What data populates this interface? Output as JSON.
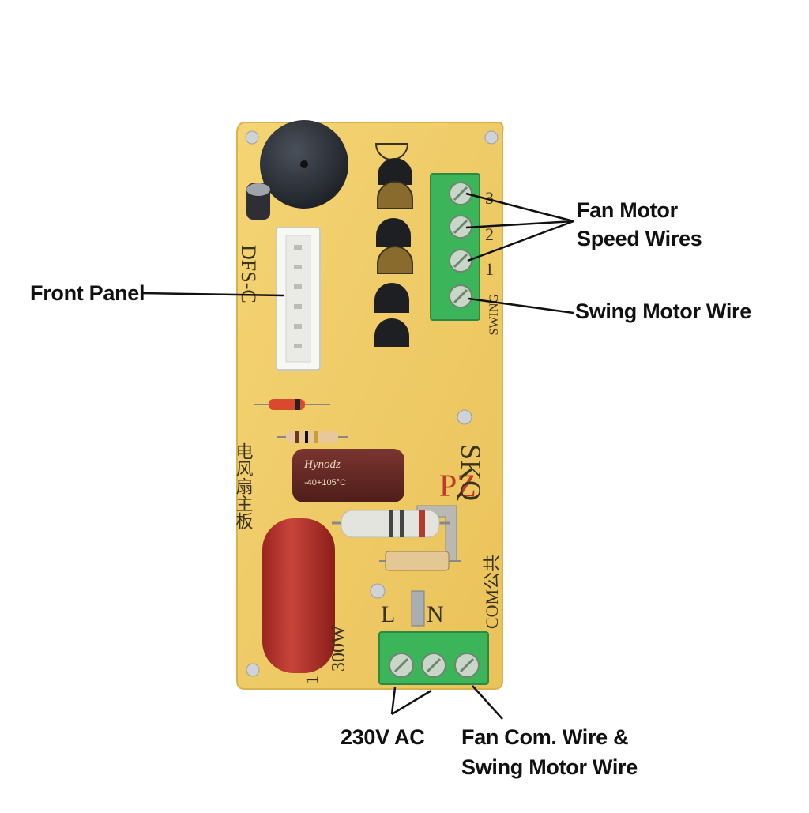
{
  "callouts": {
    "front_panel": "Front Panel",
    "fan_speed_line1": "Fan Motor",
    "fan_speed_line2": "Speed Wires",
    "swing_motor": "Swing Motor Wire",
    "ac_input": "230V AC",
    "com_line1": "Fan Com. Wire &",
    "com_line2": "Swing Motor Wire"
  },
  "board_markings": {
    "model": "DFS-C",
    "brand": "SKQ",
    "brand_prefix": "PZ",
    "power": "300W",
    "terminal_l": "L",
    "terminal_n": "N",
    "terminal_com": "COM公共",
    "terminal_1": "1",
    "terminal_2": "2",
    "terminal_3": "3",
    "swing_label": "SWING",
    "cn_title": "电风扇主板",
    "cap_brand": "Hynodz",
    "cap_rating": "-40+105°C",
    "one": "1"
  },
  "colors": {
    "pcb": "#f0cf6a",
    "terminal": "#3cb55a",
    "capacitor": "#6b2a26",
    "film_cap": "#b8322a",
    "buzzer": "#2a2e36"
  }
}
